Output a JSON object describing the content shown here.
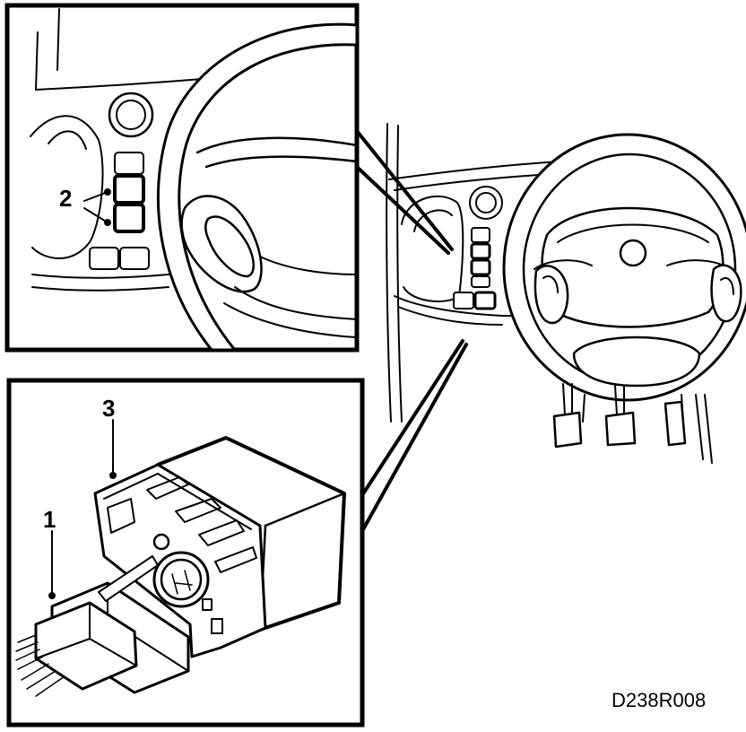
{
  "labels": {
    "connector": "1",
    "switches": "2",
    "module": "3"
  },
  "reference_code": "D238R008",
  "colors": {
    "ink": "#000000",
    "paper": "#ffffff"
  }
}
